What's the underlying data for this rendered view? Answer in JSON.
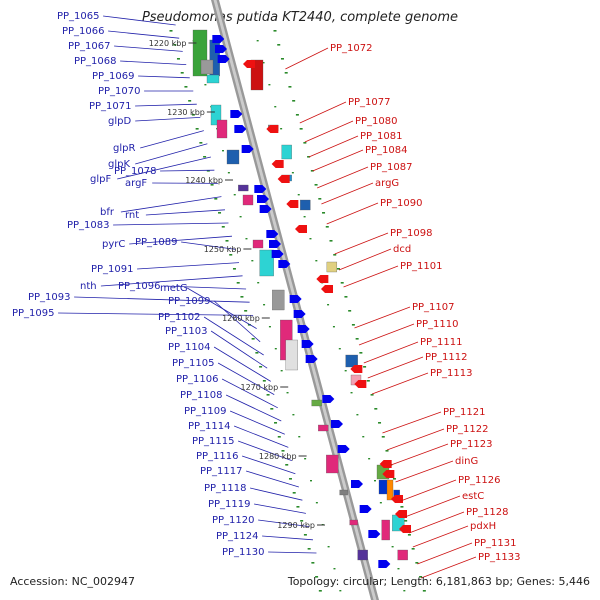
{
  "title": "Pseudomonas putida KT2440, complete genome",
  "footer": {
    "accession": "Accession: NC_002947",
    "topology": "Topology: circular; Length: 6,181,863 bp; Genes: 5,446"
  },
  "ticks": [
    "1220 kbp",
    "1230 kbp",
    "1240 kbp",
    "1250 kbp",
    "1260 kbp",
    "1270 kbp",
    "1280 kbp",
    "1290 kbp"
  ],
  "left_labels": [
    "PP_1065",
    "PP_1066",
    "PP_1067",
    "PP_1068",
    "PP_1069",
    "PP_1070",
    "PP_1071",
    "glpD",
    "glpR",
    "glpK",
    "glpF",
    "PP_1078",
    "argF",
    "bfr",
    "rnt",
    "PP_1083",
    "pyrC",
    "PP_1089",
    "PP_1091",
    "nth",
    "PP_1096",
    "PP_1093",
    "PP_1095",
    "metG",
    "PP_1099",
    "PP_1102",
    "PP_1103",
    "PP_1104",
    "PP_1105",
    "PP_1106",
    "PP_1108",
    "PP_1109",
    "PP_1114",
    "PP_1115",
    "PP_1116",
    "PP_1117",
    "PP_1118",
    "PP_1119",
    "PP_1120",
    "PP_1124",
    "PP_1130"
  ],
  "right_labels": [
    "PP_1072",
    "PP_1077",
    "PP_1080",
    "PP_1081",
    "PP_1084",
    "PP_1087",
    "argG",
    "PP_1090",
    "PP_1098",
    "dcd",
    "PP_1101",
    "PP_1107",
    "PP_1110",
    "PP_1111",
    "PP_1112",
    "PP_1113",
    "PP_1121",
    "PP_1122",
    "PP_1123",
    "dinG",
    "PP_1126",
    "estC",
    "PP_1128",
    "pdxH",
    "PP_1131",
    "PP_1133"
  ],
  "colors": {
    "left_label": "#2222aa",
    "right_label": "#cc1111",
    "axis": "#888888",
    "track_dots": "#2a8a2a"
  }
}
